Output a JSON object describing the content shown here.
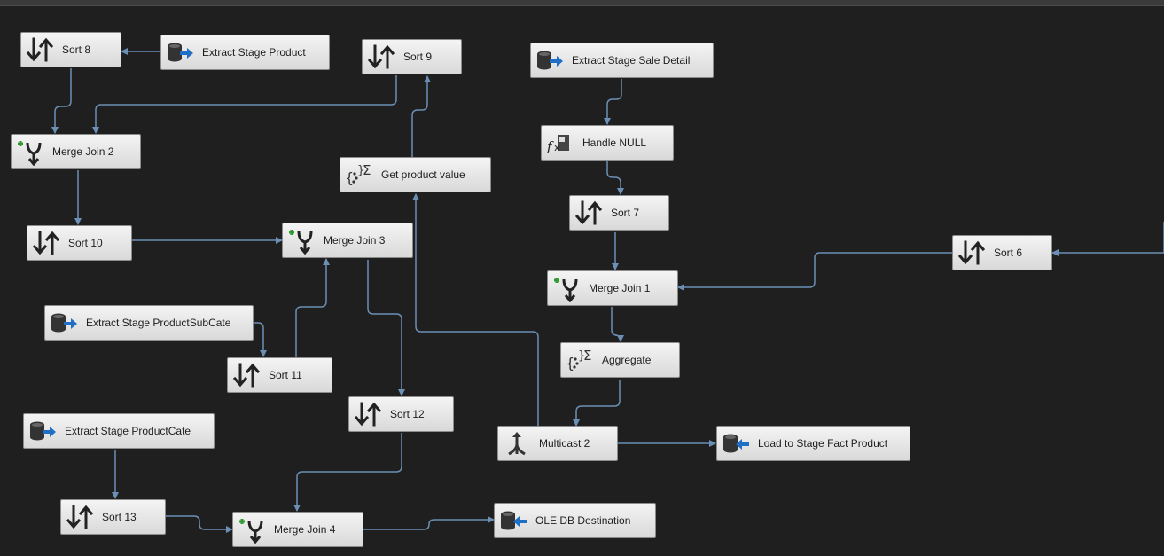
{
  "canvas": {
    "background": "#1f1f1f",
    "arrow_color": "#6b8fb5"
  },
  "nodes": {
    "sort8": {
      "label": "Sort 8",
      "icon": "sort-icon"
    },
    "extract_product": {
      "label": "Extract Stage Product",
      "icon": "ole-db-source-icon"
    },
    "sort9": {
      "label": "Sort 9",
      "icon": "sort-icon"
    },
    "extract_sale_detail": {
      "label": "Extract Stage Sale Detail",
      "icon": "ole-db-source-icon"
    },
    "merge_join2": {
      "label": "Merge Join 2",
      "icon": "merge-join-icon"
    },
    "get_product_value": {
      "label": "Get product value",
      "icon": "aggregate-icon"
    },
    "handle_null": {
      "label": "Handle NULL",
      "icon": "derived-column-icon"
    },
    "sort10": {
      "label": "Sort 10",
      "icon": "sort-icon"
    },
    "merge_join3": {
      "label": "Merge Join 3",
      "icon": "merge-join-icon"
    },
    "sort7": {
      "label": "Sort 7",
      "icon": "sort-icon"
    },
    "sort6": {
      "label": "Sort 6",
      "icon": "sort-icon"
    },
    "merge_join1": {
      "label": "Merge Join 1",
      "icon": "merge-join-icon"
    },
    "extract_productsubcate": {
      "label": "Extract Stage ProductSubCate",
      "icon": "ole-db-source-icon"
    },
    "sort11": {
      "label": "Sort 11",
      "icon": "sort-icon"
    },
    "aggregate": {
      "label": "Aggregate",
      "icon": "aggregate-icon"
    },
    "sort12": {
      "label": "Sort 12",
      "icon": "sort-icon"
    },
    "extract_productcate": {
      "label": "Extract Stage ProductCate",
      "icon": "ole-db-source-icon"
    },
    "multicast2": {
      "label": "Multicast 2",
      "icon": "multicast-icon"
    },
    "load_fact_product": {
      "label": "Load to Stage Fact Product",
      "icon": "ole-db-destination-icon"
    },
    "sort13": {
      "label": "Sort 13",
      "icon": "sort-icon"
    },
    "merge_join4": {
      "label": "Merge Join 4",
      "icon": "merge-join-icon"
    },
    "ole_db_destination": {
      "label": "OLE DB Destination",
      "icon": "ole-db-destination-icon"
    }
  }
}
